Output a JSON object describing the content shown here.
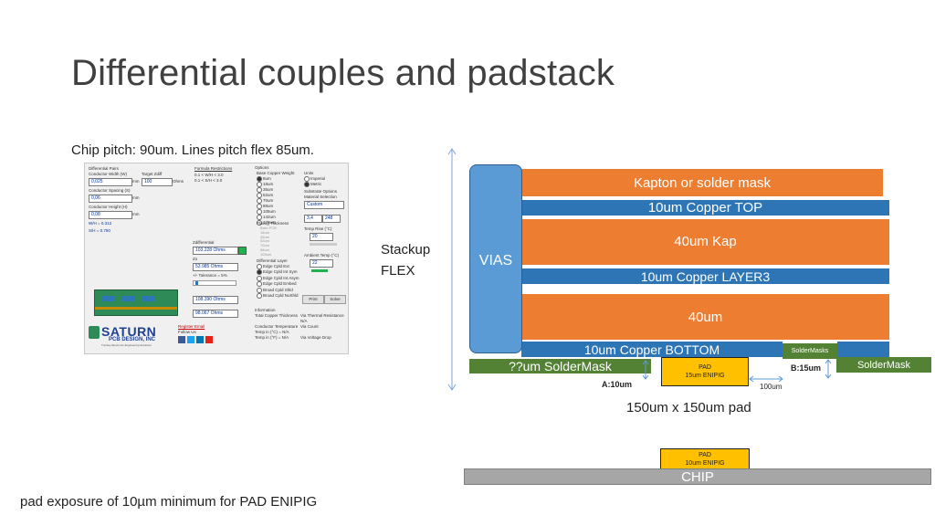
{
  "slide": {
    "title": "Differential couples and padstack",
    "chip_pitch": "Chip pitch: 90um. Lines pitch flex 85um.",
    "pad_exposure": "pad exposure of 10µm minimum for PAD ENIPIG",
    "stackup_label_1": "Stackup",
    "stackup_label_2": "FLEX"
  },
  "stackup": {
    "vias": "VIAS",
    "kapton": "Kapton or solder mask",
    "copper_top": "10um Copper TOP",
    "kap_40": "40um Kap",
    "copper_layer3": "10um Copper LAYER3",
    "layer_40": "40um",
    "copper_bottom": "10um Copper BOTTOM",
    "soldermask_small": "SolderMasks",
    "soldermask_left": "??um SolderMask",
    "soldermask_right": "SolderMask",
    "b_label": "B:15um",
    "a_label": "A:10um",
    "dim_100": "100um",
    "pad_size": "150um x 150um pad",
    "pad_title": "PAD",
    "pad_finish_15": "15um ENIPIG",
    "pad_bottom_title": "PAD",
    "pad_finish_10": "10um ENIPIG",
    "chip": "CHIP"
  },
  "calculator": {
    "section_diff": "Differential Pairs",
    "conductor_width_label": "Conductor Width (W)",
    "conductor_width_value": "0,025",
    "target_zdiff_label": "Target Zdiff",
    "target_zdiff_value": "100",
    "ohms": "Ohms",
    "conductor_spacing_label": "Conductor Spacing (S)",
    "conductor_spacing_value": "0,06",
    "conductor_height_label": "Conductor Height (H)",
    "conductor_height_value": "0,08",
    "unit_mm": "mm",
    "wh": "W/H = 0.312",
    "sh": "S/H = 0.750",
    "formula_label": "Formula Restrictions",
    "formula_1": "0.1 < W/H < 3.0",
    "formula_2": "0.1 < S/H < 3.0",
    "zdiff_label": "Zdifferential",
    "zdiff_value": "103.228 Ohms",
    "zo_label": "Zo",
    "zo_value": "53.985 Ohms",
    "tolerance": "+/- Tolerance = 5%",
    "v1": "108.390 Ohms",
    "v2": "98.067 Ohms",
    "options": "Options",
    "base_copper": "Base Copper Weight",
    "copper_opts": [
      "8um",
      "18um",
      "35um",
      "52um",
      "70um",
      "88um",
      "105um",
      "142um",
      "178um"
    ],
    "plating": "Plating Thickness",
    "plating_opts": [
      "Bare PCB",
      "18um",
      "35um",
      "52um",
      "70um",
      "88um",
      "105um"
    ],
    "units": "Units",
    "imperial": "Imperial",
    "metric": "Metric",
    "substrate": "Substrate Options",
    "material": "Material Selection",
    "material_value": "Custom",
    "er_value": "3,4",
    "er2": "248",
    "temp_rise": "Temp Rise (°C)",
    "temp_rise_value": "20",
    "ambient": "Ambient Temp (°C)",
    "ambient_value": "22",
    "diff_layer": "Differential Layer",
    "diff_opts": [
      "Edge Cpld Ext",
      "Edge Cpld Int Sym",
      "Edge Cpld Int Asym",
      "Edge Cpld Embed",
      "Broad Cpld Shld",
      "Broad Cpld NoShld"
    ],
    "print": "Print",
    "solve": "Solve",
    "info": "Information",
    "total_copper": "Total Copper Thickness",
    "via_thermal": "Via Thermal Resistance",
    "na": "N/A",
    "via_count": "Via Count",
    "conductor_temp": "Conductor Temperature",
    "temp_c": "Temp in (°C) = N/A",
    "temp_f": "Temp in (°F) = N/A",
    "via_voltage": "Via Voltage Drop",
    "register": "Register Email",
    "follow": "Follow Us",
    "logo_main": "SATURN",
    "logo_sub": "PCB DESIGN, INC",
    "logo_tag": "Turnkey Electronic Engineering Solutions"
  },
  "colors": {
    "orange": "#ed7d31",
    "blue": "#2e75b6",
    "vias": "#5b9bd5",
    "green": "#548235",
    "pad": "#ffc000",
    "chip": "#a6a6a6"
  }
}
